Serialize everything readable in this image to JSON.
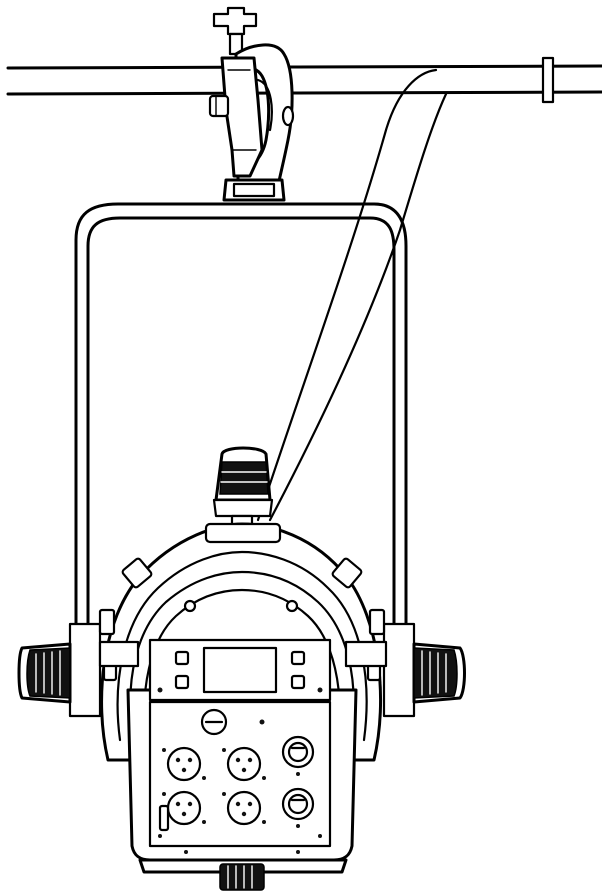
{
  "colors": {
    "line": "#000000",
    "background": "#ffffff",
    "knob": "#111111"
  },
  "parts": {
    "pipe": "mounting-pipe",
    "clamp": "hook-clamp",
    "cable": "safety-cable",
    "yoke": "yoke-bracket",
    "body": "fixture-body",
    "panel": "rear-control-panel"
  }
}
